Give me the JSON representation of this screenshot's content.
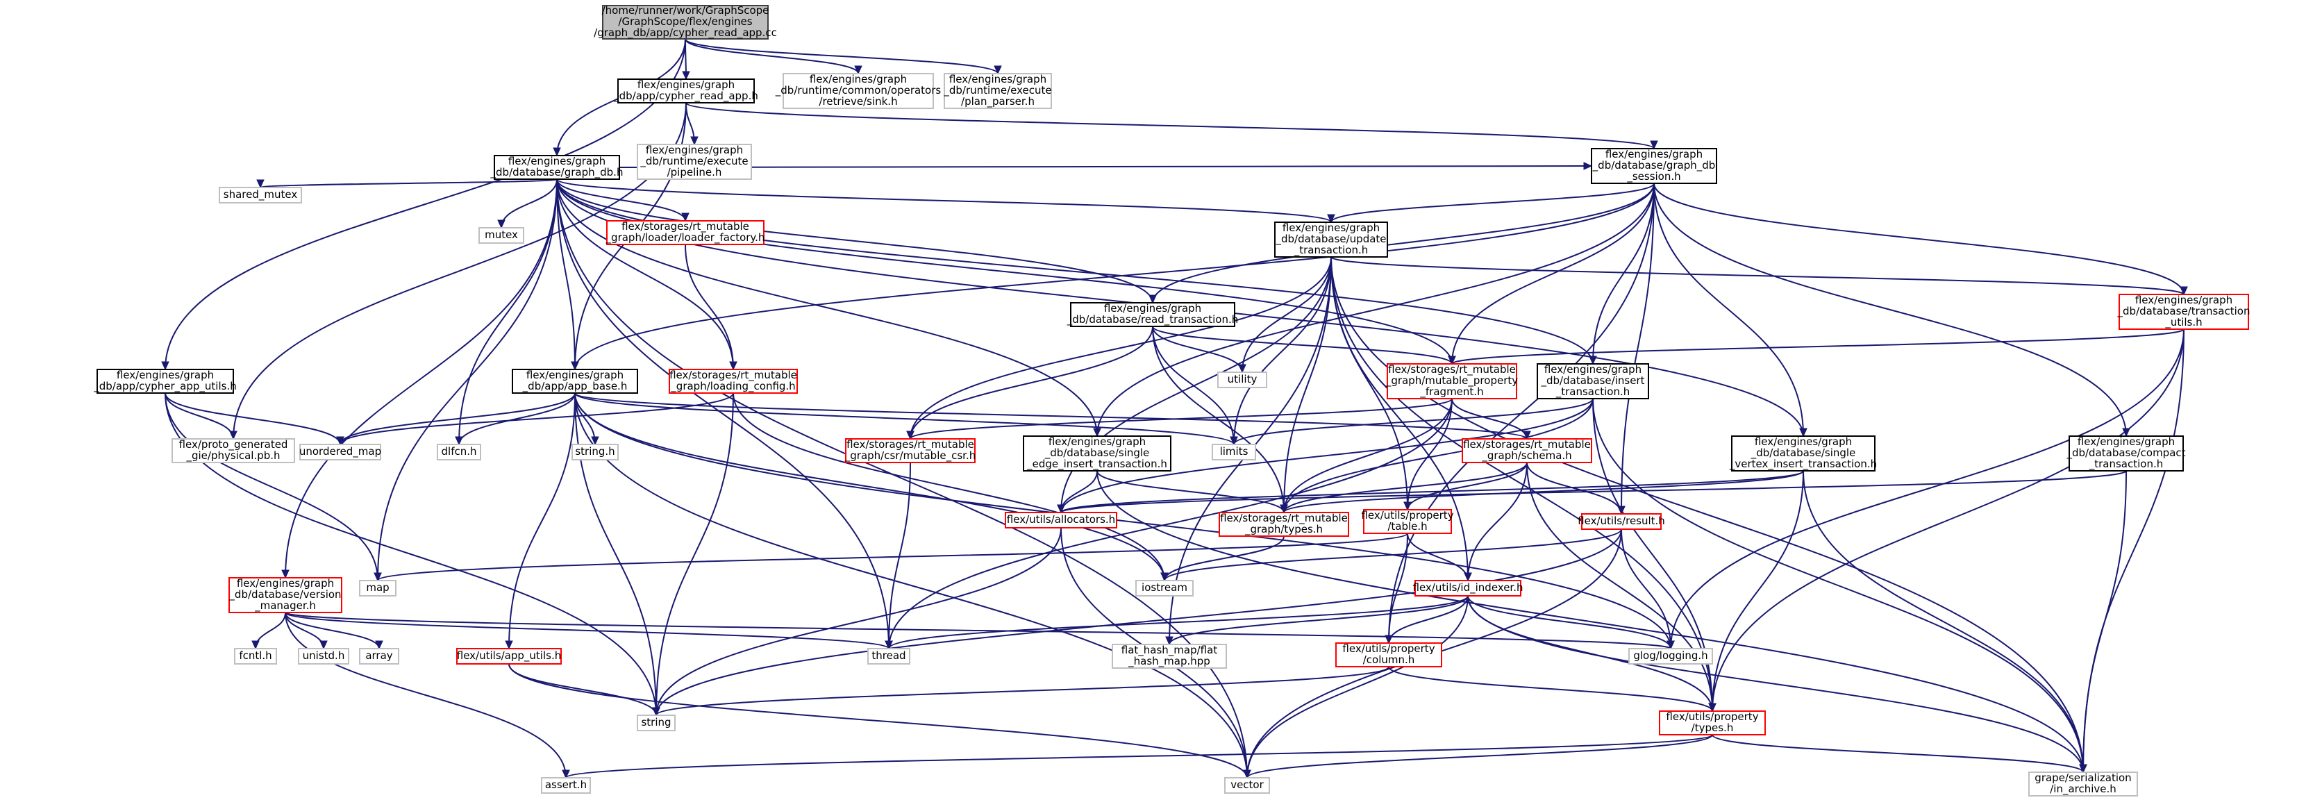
{
  "colors": {
    "edge": "#191970",
    "root_fill": "#bfbfbf",
    "root_border": "#404040",
    "documented_border": "#000000",
    "missing_border": "#ff0000",
    "external_border": "#bfbfbf",
    "external_text": "#333333"
  },
  "nodes": [
    {
      "id": "root",
      "kind": "root",
      "lines": [
        "/home/runner/work/GraphScope",
        "/GraphScope/flex/engines",
        "/graph_db/app/cypher_read_app.cc"
      ]
    },
    {
      "id": "cypher_read_app_h",
      "kind": "documented",
      "lines": [
        "flex/engines/graph",
        "_db/app/cypher_read_app.h"
      ]
    },
    {
      "id": "sink_h",
      "kind": "external",
      "lines": [
        "flex/engines/graph",
        "_db/runtime/common/operators",
        "/retrieve/sink.h"
      ]
    },
    {
      "id": "plan_parser_h",
      "kind": "external",
      "lines": [
        "flex/engines/graph",
        "_db/runtime/execute",
        "/plan_parser.h"
      ]
    },
    {
      "id": "pipeline_h",
      "kind": "external",
      "lines": [
        "flex/engines/graph",
        "_db/runtime/execute",
        "/pipeline.h"
      ]
    },
    {
      "id": "graph_db_h",
      "kind": "documented",
      "lines": [
        "flex/engines/graph",
        "_db/database/graph_db.h"
      ]
    },
    {
      "id": "graph_db_session_h",
      "kind": "documented",
      "lines": [
        "flex/engines/graph",
        "_db/database/graph_db",
        "_session.h"
      ]
    },
    {
      "id": "shared_mutex",
      "kind": "external",
      "lines": [
        "shared_mutex"
      ]
    },
    {
      "id": "mutex",
      "kind": "external",
      "lines": [
        "mutex"
      ]
    },
    {
      "id": "loader_factory_h",
      "kind": "missing",
      "lines": [
        "flex/storages/rt_mutable",
        "_graph/loader/loader_factory.h"
      ]
    },
    {
      "id": "update_transaction_h",
      "kind": "documented",
      "lines": [
        "flex/engines/graph",
        "_db/database/update",
        "_transaction.h"
      ]
    },
    {
      "id": "read_transaction_h",
      "kind": "documented",
      "lines": [
        "flex/engines/graph",
        "_db/database/read_transaction.h"
      ]
    },
    {
      "id": "transaction_utils_h",
      "kind": "missing",
      "lines": [
        "flex/engines/graph",
        "_db/database/transaction",
        "_utils.h"
      ]
    },
    {
      "id": "utility",
      "kind": "external",
      "lines": [
        "utility"
      ]
    },
    {
      "id": "cypher_app_utils_h",
      "kind": "documented",
      "lines": [
        "flex/engines/graph",
        "_db/app/cypher_app_utils.h"
      ]
    },
    {
      "id": "app_base_h",
      "kind": "documented",
      "lines": [
        "flex/engines/graph",
        "_db/app/app_base.h"
      ]
    },
    {
      "id": "loading_config_h",
      "kind": "missing",
      "lines": [
        "flex/storages/rt_mutable",
        "_graph/loading_config.h"
      ]
    },
    {
      "id": "mutable_property_fragment_h",
      "kind": "missing",
      "lines": [
        "flex/storages/rt_mutable",
        "_graph/mutable_property",
        "_fragment.h"
      ]
    },
    {
      "id": "insert_transaction_h",
      "kind": "documented",
      "lines": [
        "flex/engines/graph",
        "_db/database/insert",
        "_transaction.h"
      ]
    },
    {
      "id": "physical_pb_h",
      "kind": "external",
      "lines": [
        "flex/proto_generated",
        "_gie/physical.pb.h"
      ]
    },
    {
      "id": "unordered_map",
      "kind": "external",
      "lines": [
        "unordered_map"
      ]
    },
    {
      "id": "dlfcn_h",
      "kind": "external",
      "lines": [
        "dlfcn.h"
      ]
    },
    {
      "id": "string_h",
      "kind": "external",
      "lines": [
        "string.h"
      ]
    },
    {
      "id": "mutable_csr_h",
      "kind": "missing",
      "lines": [
        "flex/storages/rt_mutable",
        "_graph/csr/mutable_csr.h"
      ]
    },
    {
      "id": "single_edge_insert_transaction_h",
      "kind": "documented",
      "lines": [
        "flex/engines/graph",
        "_db/database/single",
        "_edge_insert_transaction.h"
      ]
    },
    {
      "id": "limits",
      "kind": "external",
      "lines": [
        "limits"
      ]
    },
    {
      "id": "schema_h",
      "kind": "missing",
      "lines": [
        "flex/storages/rt_mutable",
        "_graph/schema.h"
      ]
    },
    {
      "id": "single_vertex_insert_transaction_h",
      "kind": "documented",
      "lines": [
        "flex/engines/graph",
        "_db/database/single",
        "_vertex_insert_transaction.h"
      ]
    },
    {
      "id": "compact_transaction_h",
      "kind": "documented",
      "lines": [
        "flex/engines/graph",
        "_db/database/compact",
        "_transaction.h"
      ]
    },
    {
      "id": "allocators_h",
      "kind": "missing",
      "lines": [
        "flex/utils/allocators.h"
      ]
    },
    {
      "id": "rt_types_h",
      "kind": "missing",
      "lines": [
        "flex/storages/rt_mutable",
        "_graph/types.h"
      ]
    },
    {
      "id": "table_h",
      "kind": "missing",
      "lines": [
        "flex/utils/property",
        "/table.h"
      ]
    },
    {
      "id": "result_h",
      "kind": "missing",
      "lines": [
        "flex/utils/result.h"
      ]
    },
    {
      "id": "version_manager_h",
      "kind": "missing",
      "lines": [
        "flex/engines/graph",
        "_db/database/version",
        "_manager.h"
      ]
    },
    {
      "id": "map",
      "kind": "external",
      "lines": [
        "map"
      ]
    },
    {
      "id": "iostream",
      "kind": "external",
      "lines": [
        "iostream"
      ]
    },
    {
      "id": "id_indexer_h",
      "kind": "missing",
      "lines": [
        "flex/utils/id_indexer.h"
      ]
    },
    {
      "id": "fcntl_h",
      "kind": "external",
      "lines": [
        "fcntl.h"
      ]
    },
    {
      "id": "unistd_h",
      "kind": "external",
      "lines": [
        "unistd.h"
      ]
    },
    {
      "id": "array",
      "kind": "external",
      "lines": [
        "array"
      ]
    },
    {
      "id": "thread",
      "kind": "external",
      "lines": [
        "thread"
      ]
    },
    {
      "id": "flat_hash_map_hpp",
      "kind": "external",
      "lines": [
        "flat_hash_map/flat",
        "_hash_map.hpp"
      ]
    },
    {
      "id": "glog_logging_h",
      "kind": "external",
      "lines": [
        "glog/logging.h"
      ]
    },
    {
      "id": "app_utils_h",
      "kind": "missing",
      "lines": [
        "flex/utils/app_utils.h"
      ]
    },
    {
      "id": "column_h",
      "kind": "missing",
      "lines": [
        "flex/utils/property",
        "/column.h"
      ]
    },
    {
      "id": "string",
      "kind": "external",
      "lines": [
        "string"
      ]
    },
    {
      "id": "prop_types_h",
      "kind": "missing",
      "lines": [
        "flex/utils/property",
        "/types.h"
      ]
    },
    {
      "id": "assert_h",
      "kind": "external",
      "lines": [
        "assert.h"
      ]
    },
    {
      "id": "vector",
      "kind": "external",
      "lines": [
        "vector"
      ]
    },
    {
      "id": "in_archive_h",
      "kind": "external",
      "lines": [
        "grape/serialization",
        "/in_archive.h"
      ]
    }
  ],
  "edges": [
    [
      "root",
      "cypher_read_app_h"
    ],
    [
      "root",
      "sink_h"
    ],
    [
      "root",
      "plan_parser_h"
    ],
    [
      "root",
      "graph_db_h"
    ],
    [
      "root",
      "cypher_app_utils_h"
    ],
    [
      "cypher_read_app_h",
      "pipeline_h"
    ],
    [
      "cypher_read_app_h",
      "graph_db_session_h"
    ],
    [
      "cypher_read_app_h",
      "app_base_h"
    ],
    [
      "cypher_read_app_h",
      "physical_pb_h"
    ],
    [
      "graph_db_h",
      "shared_mutex"
    ],
    [
      "graph_db_h",
      "mutex"
    ],
    [
      "graph_db_h",
      "loader_factory_h"
    ],
    [
      "graph_db_h",
      "update_transaction_h"
    ],
    [
      "graph_db_h",
      "read_transaction_h"
    ],
    [
      "graph_db_h",
      "app_base_h"
    ],
    [
      "graph_db_h",
      "loading_config_h"
    ],
    [
      "graph_db_h",
      "mutable_property_fragment_h"
    ],
    [
      "graph_db_h",
      "insert_transaction_h"
    ],
    [
      "graph_db_h",
      "dlfcn_h"
    ],
    [
      "graph_db_h",
      "single_edge_insert_transaction_h"
    ],
    [
      "graph_db_h",
      "single_vertex_insert_transaction_h"
    ],
    [
      "graph_db_h",
      "version_manager_h"
    ],
    [
      "graph_db_h",
      "thread"
    ],
    [
      "graph_db_h",
      "vector"
    ],
    [
      "graph_db_h",
      "map"
    ],
    [
      "graph_db_h",
      "graph_db_session_h"
    ],
    [
      "graph_db_session_h",
      "update_transaction_h"
    ],
    [
      "graph_db_session_h",
      "read_transaction_h"
    ],
    [
      "graph_db_session_h",
      "transaction_utils_h"
    ],
    [
      "graph_db_session_h",
      "insert_transaction_h"
    ],
    [
      "graph_db_session_h",
      "single_edge_insert_transaction_h"
    ],
    [
      "graph_db_session_h",
      "single_vertex_insert_transaction_h"
    ],
    [
      "graph_db_session_h",
      "compact_transaction_h"
    ],
    [
      "graph_db_session_h",
      "mutable_property_fragment_h"
    ],
    [
      "graph_db_session_h",
      "app_base_h"
    ],
    [
      "graph_db_session_h",
      "result_h"
    ],
    [
      "graph_db_session_h",
      "column_h"
    ],
    [
      "loader_factory_h",
      "loading_config_h"
    ],
    [
      "update_transaction_h",
      "utility"
    ],
    [
      "update_transaction_h",
      "limits"
    ],
    [
      "update_transaction_h",
      "mutable_csr_h"
    ],
    [
      "update_transaction_h",
      "rt_types_h"
    ],
    [
      "update_transaction_h",
      "table_h"
    ],
    [
      "update_transaction_h",
      "id_indexer_h"
    ],
    [
      "update_transaction_h",
      "allocators_h"
    ],
    [
      "update_transaction_h",
      "transaction_utils_h"
    ],
    [
      "update_transaction_h",
      "flat_hash_map_hpp"
    ],
    [
      "update_transaction_h",
      "in_archive_h"
    ],
    [
      "update_transaction_h",
      "prop_types_h"
    ],
    [
      "read_transaction_h",
      "mutable_property_fragment_h"
    ],
    [
      "read_transaction_h",
      "utility"
    ],
    [
      "read_transaction_h",
      "limits"
    ],
    [
      "read_transaction_h",
      "mutable_csr_h"
    ],
    [
      "read_transaction_h",
      "rt_types_h"
    ],
    [
      "transaction_utils_h",
      "mutable_property_fragment_h"
    ],
    [
      "transaction_utils_h",
      "glog_logging_h"
    ],
    [
      "transaction_utils_h",
      "prop_types_h"
    ],
    [
      "transaction_utils_h",
      "in_archive_h"
    ],
    [
      "cypher_app_utils_h",
      "physical_pb_h"
    ],
    [
      "cypher_app_utils_h",
      "unordered_map"
    ],
    [
      "cypher_app_utils_h",
      "map"
    ],
    [
      "cypher_app_utils_h",
      "string"
    ],
    [
      "app_base_h",
      "unordered_map"
    ],
    [
      "app_base_h",
      "dlfcn_h"
    ],
    [
      "app_base_h",
      "string_h"
    ],
    [
      "app_base_h",
      "limits"
    ],
    [
      "app_base_h",
      "glog_logging_h"
    ],
    [
      "app_base_h",
      "string"
    ],
    [
      "app_base_h",
      "app_utils_h"
    ],
    [
      "app_base_h",
      "vector"
    ],
    [
      "app_base_h",
      "iostream"
    ],
    [
      "app_base_h",
      "schema_h"
    ],
    [
      "loading_config_h",
      "string"
    ],
    [
      "loading_config_h",
      "iostream"
    ],
    [
      "loading_config_h",
      "unordered_map"
    ],
    [
      "mutable_property_fragment_h",
      "mutable_csr_h"
    ],
    [
      "mutable_property_fragment_h",
      "schema_h"
    ],
    [
      "mutable_property_fragment_h",
      "rt_types_h"
    ],
    [
      "mutable_property_fragment_h",
      "table_h"
    ],
    [
      "mutable_property_fragment_h",
      "thread"
    ],
    [
      "insert_transaction_h",
      "limits"
    ],
    [
      "insert_transaction_h",
      "allocators_h"
    ],
    [
      "insert_transaction_h",
      "rt_types_h"
    ],
    [
      "insert_transaction_h",
      "in_archive_h"
    ],
    [
      "insert_transaction_h",
      "prop_types_h"
    ],
    [
      "mutable_csr_h",
      "thread"
    ],
    [
      "single_edge_insert_transaction_h",
      "allocators_h"
    ],
    [
      "single_edge_insert_transaction_h",
      "rt_types_h"
    ],
    [
      "single_edge_insert_transaction_h",
      "in_archive_h"
    ],
    [
      "schema_h",
      "rt_types_h"
    ],
    [
      "schema_h",
      "result_h"
    ],
    [
      "schema_h",
      "id_indexer_h"
    ],
    [
      "schema_h",
      "table_h"
    ],
    [
      "schema_h",
      "prop_types_h"
    ],
    [
      "single_vertex_insert_transaction_h",
      "allocators_h"
    ],
    [
      "single_vertex_insert_transaction_h",
      "rt_types_h"
    ],
    [
      "single_vertex_insert_transaction_h",
      "prop_types_h"
    ],
    [
      "single_vertex_insert_transaction_h",
      "in_archive_h"
    ],
    [
      "compact_transaction_h",
      "allocators_h"
    ],
    [
      "compact_transaction_h",
      "in_archive_h"
    ],
    [
      "allocators_h",
      "string"
    ],
    [
      "allocators_h",
      "vector"
    ],
    [
      "rt_types_h",
      "iostream"
    ],
    [
      "table_h",
      "id_indexer_h"
    ],
    [
      "table_h",
      "column_h"
    ],
    [
      "table_h",
      "map"
    ],
    [
      "result_h",
      "iostream"
    ],
    [
      "result_h",
      "glog_logging_h"
    ],
    [
      "result_h",
      "string"
    ],
    [
      "result_h",
      "vector"
    ],
    [
      "version_manager_h",
      "fcntl_h"
    ],
    [
      "version_manager_h",
      "unistd_h"
    ],
    [
      "version_manager_h",
      "array"
    ],
    [
      "version_manager_h",
      "thread"
    ],
    [
      "version_manager_h",
      "glog_logging_h"
    ],
    [
      "version_manager_h",
      "assert_h"
    ],
    [
      "id_indexer_h",
      "thread"
    ],
    [
      "id_indexer_h",
      "flat_hash_map_hpp"
    ],
    [
      "id_indexer_h",
      "glog_logging_h"
    ],
    [
      "id_indexer_h",
      "column_h"
    ],
    [
      "id_indexer_h",
      "prop_types_h"
    ],
    [
      "id_indexer_h",
      "vector"
    ],
    [
      "id_indexer_h",
      "in_archive_h"
    ],
    [
      "app_utils_h",
      "string"
    ],
    [
      "app_utils_h",
      "vector"
    ],
    [
      "column_h",
      "string"
    ],
    [
      "column_h",
      "prop_types_h"
    ],
    [
      "prop_types_h",
      "assert_h"
    ],
    [
      "prop_types_h",
      "vector"
    ],
    [
      "prop_types_h",
      "in_archive_h"
    ]
  ]
}
